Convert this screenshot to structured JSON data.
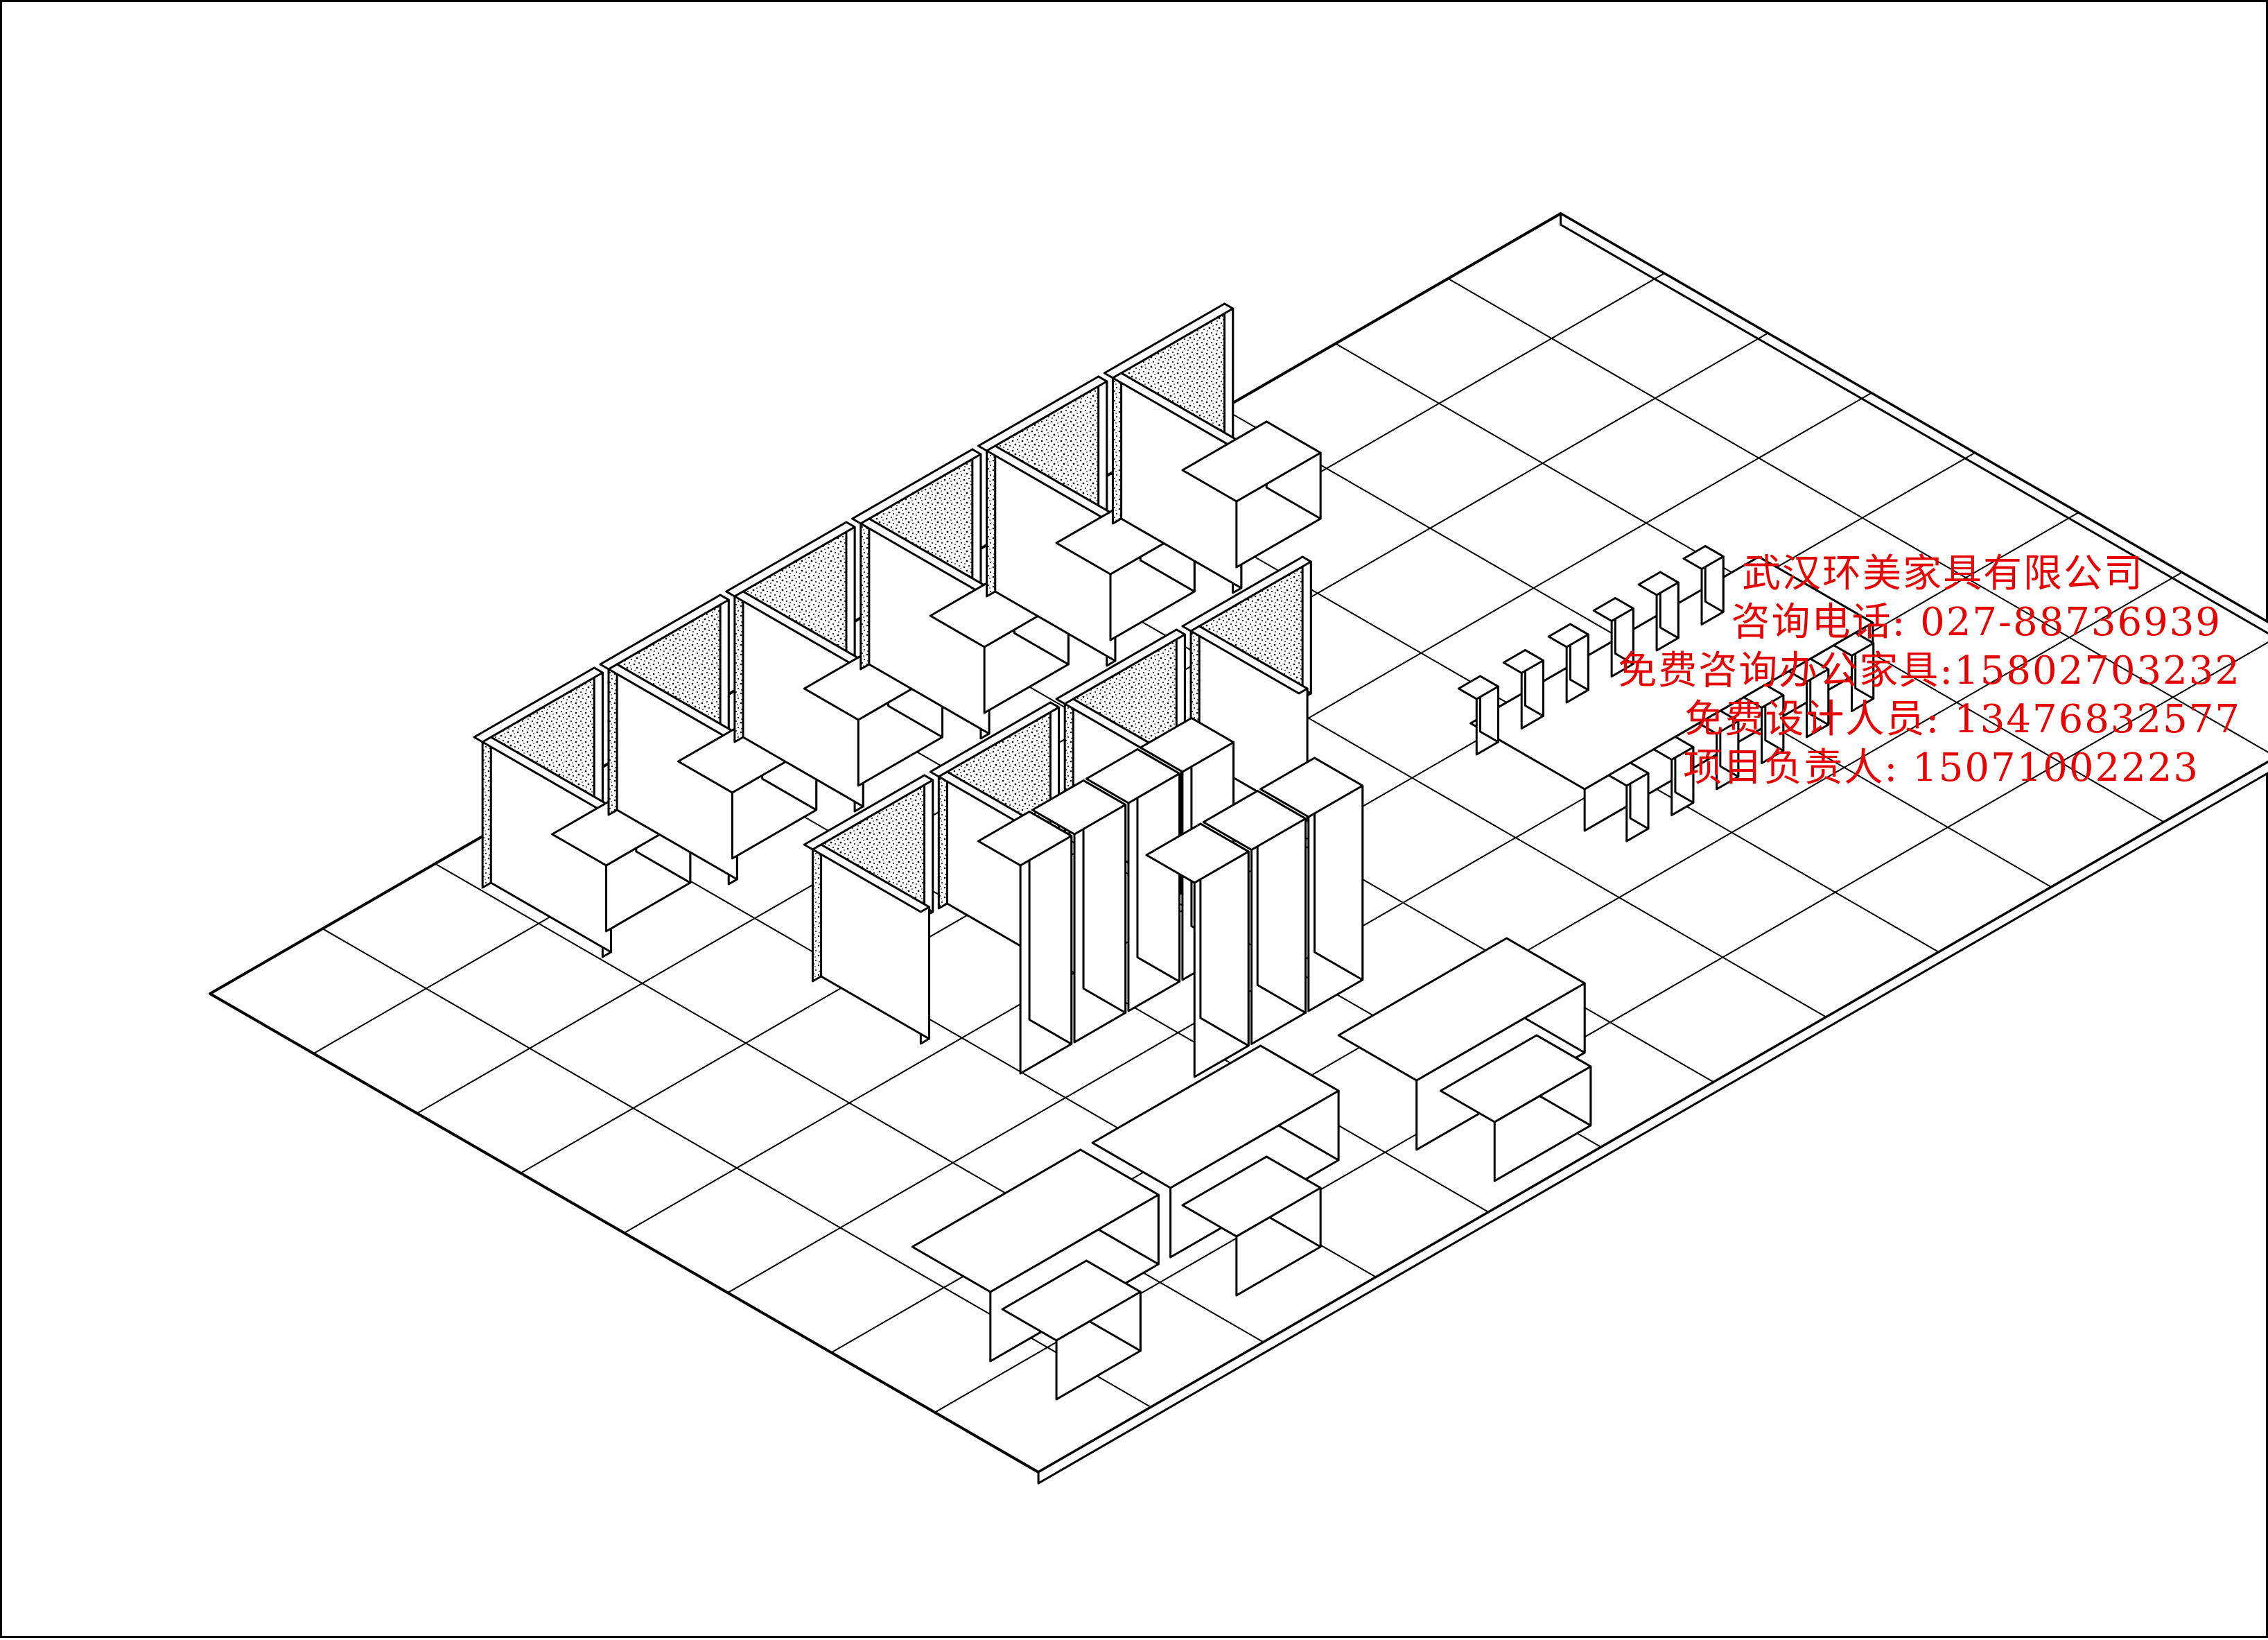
{
  "company": {
    "name": "武汉环美家具有限公司",
    "phone_line": "咨询电话: 027-88736939",
    "free_consult_line": "免费咨询办公家具:15802703232",
    "free_design_line": "免费设计人员: 13476832577",
    "project_manager_line": "项目负责人: 15071002223"
  },
  "colors": {
    "ink": "#000000",
    "watermark": "#e60000",
    "paper": "#ffffff"
  }
}
